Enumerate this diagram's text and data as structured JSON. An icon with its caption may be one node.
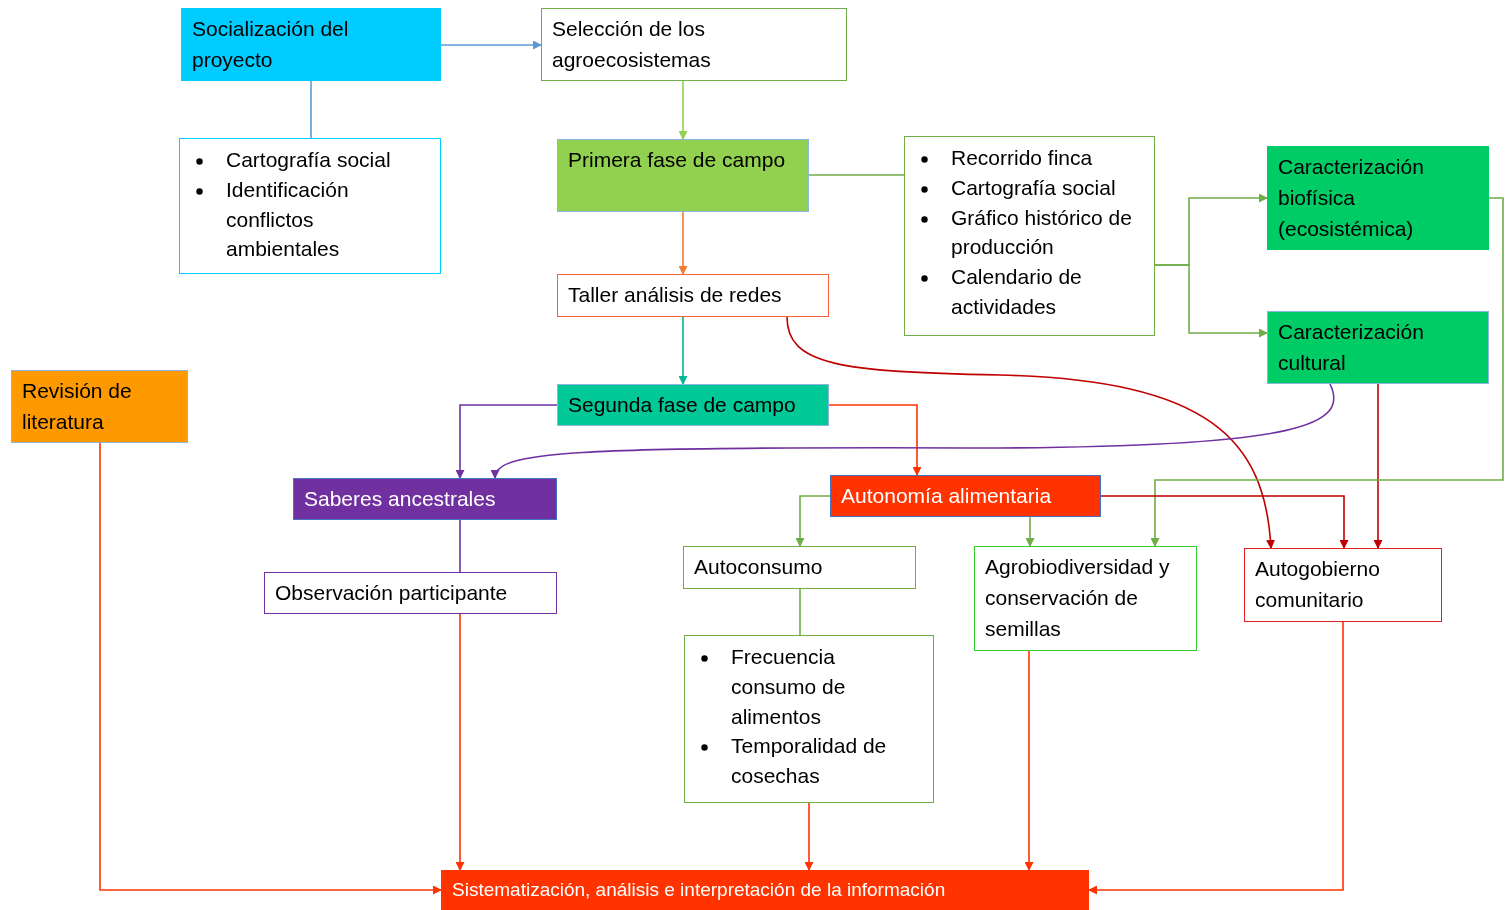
{
  "diagram": {
    "nodes": [
      {
        "text": [
          "Socialización del proyecto"
        ]
      },
      {
        "text": [
          "Selección de los agroecosistemas"
        ]
      },
      {
        "text": [
          "Cartografía social",
          "Identificación conflictos ambientales"
        ]
      },
      {
        "text": [
          "Primera fase de campo"
        ]
      },
      {
        "text": [
          "Recorrido finca",
          "Cartografía social",
          "Gráfico histórico de producción",
          "Calendario de actividades"
        ]
      },
      {
        "text": [
          "Caracterización biofísica (ecosistémica)"
        ]
      },
      {
        "text": [
          "Taller análisis de redes"
        ]
      },
      {
        "text": [
          "Caracterización cultural"
        ]
      },
      {
        "text": [
          "Revisión de literatura"
        ]
      },
      {
        "text": [
          "Segunda fase de campo"
        ]
      },
      {
        "text": [
          "Saberes ancestrales"
        ]
      },
      {
        "text": [
          "Autonomía alimentaria"
        ]
      },
      {
        "text": [
          "Autoconsumo"
        ]
      },
      {
        "text": [
          "Agrobiodiversidad y conservación de semillas"
        ]
      },
      {
        "text": [
          "Autogobierno comunitario"
        ]
      },
      {
        "text": [
          "Observación participante"
        ]
      },
      {
        "text": [
          "Frecuencia consumo de alimentos",
          "Temporalidad de cosechas"
        ]
      },
      {
        "text": [
          "Sistematización, análisis e interpretación de la información"
        ]
      }
    ],
    "edges": [
      {
        "from": 0,
        "to": 1,
        "arrow": "to",
        "color": "#5b9bd5"
      },
      {
        "from": 0,
        "to": 2,
        "arrow": "none",
        "color": "#5b9bd5"
      },
      {
        "from": 1,
        "to": 3,
        "arrow": "to",
        "color": "#92d050"
      },
      {
        "from": 3,
        "to": 4,
        "arrow": "none",
        "color": "#70ad47"
      },
      {
        "from": 3,
        "to": 6,
        "arrow": "to",
        "color": "#ed7d31"
      },
      {
        "from": 4,
        "to": 5,
        "arrow": "to",
        "color": "#70ad47"
      },
      {
        "from": 4,
        "to": 7,
        "arrow": "to",
        "color": "#70ad47"
      },
      {
        "from": 6,
        "to": 9,
        "arrow": "to",
        "color": "#00b894"
      },
      {
        "from": 6,
        "to": 14,
        "arrow": "to",
        "color": "#c00000"
      },
      {
        "from": 9,
        "to": 10,
        "arrow": "to",
        "color": "#7030a0"
      },
      {
        "from": 9,
        "to": 11,
        "arrow": "to",
        "color": "#ff3300"
      },
      {
        "from": 7,
        "to": 10,
        "arrow": "to",
        "color": "#7030a0"
      },
      {
        "from": 7,
        "to": 14,
        "arrow": "to",
        "color": "#c00000"
      },
      {
        "from": 5,
        "to": 13,
        "arrow": "to",
        "color": "#70ad47"
      },
      {
        "from": 11,
        "to": 12,
        "arrow": "to",
        "color": "#70ad47"
      },
      {
        "from": 11,
        "to": 13,
        "arrow": "to",
        "color": "#70ad47"
      },
      {
        "from": 11,
        "to": 14,
        "arrow": "to",
        "color": "#c00000"
      },
      {
        "from": 10,
        "to": 15,
        "arrow": "none",
        "color": "#7030a0"
      },
      {
        "from": 12,
        "to": 16,
        "arrow": "none",
        "color": "#70ad47"
      },
      {
        "from": 8,
        "to": 17,
        "arrow": "to",
        "color": "#ff3300"
      },
      {
        "from": 15,
        "to": 17,
        "arrow": "to",
        "color": "#ff3300"
      },
      {
        "from": 16,
        "to": 17,
        "arrow": "to",
        "color": "#ff3300"
      },
      {
        "from": 13,
        "to": 17,
        "arrow": "to",
        "color": "#ff3300"
      },
      {
        "from": 14,
        "to": 17,
        "arrow": "to",
        "color": "#ff3300"
      }
    ]
  }
}
